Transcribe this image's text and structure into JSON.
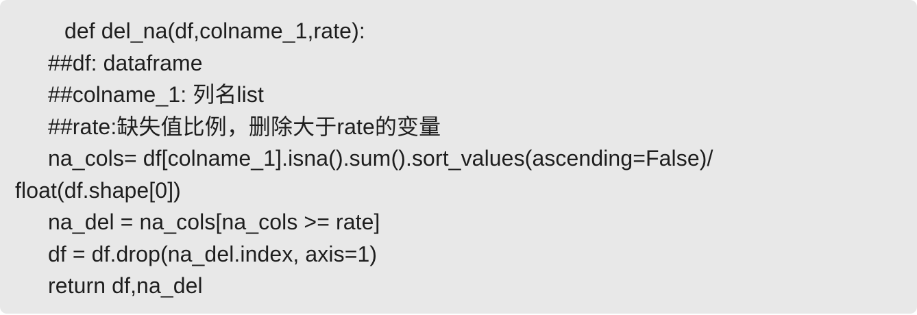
{
  "code": {
    "lines": [
      "def del_na(df,colname_1,rate):",
      "##df: dataframe",
      "##colname_1: 列名list",
      "##rate:缺失值比例，删除大于rate的变量",
      "na_cols= df[colname_1].isna().sum().sort_values(ascending=False)/",
      "float(df.shape[0])",
      "na_del = na_cols[na_cols >= rate]",
      "df = df.drop(na_del.index, axis=1)",
      "return df,na_del"
    ]
  }
}
